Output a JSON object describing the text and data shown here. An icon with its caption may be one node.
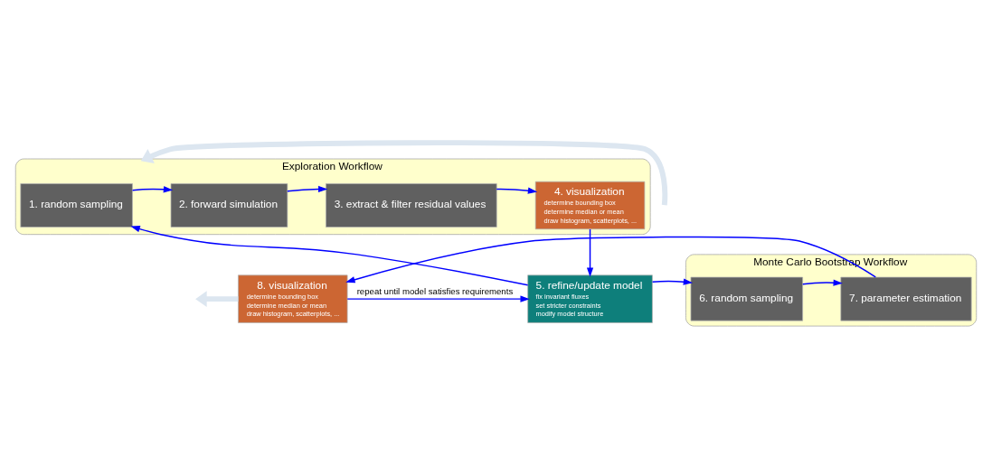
{
  "diagram": {
    "nodes": [
      {
        "text": [
          "Exploration Workflow"
        ]
      },
      {
        "text": [
          "1. random sampling"
        ],
        "in": 0
      },
      {
        "text": [
          "2. forward simulation"
        ],
        "in": 0
      },
      {
        "text": [
          "3. extract & filter residual values"
        ],
        "in": 0
      },
      {
        "text": [
          "4. visualization",
          "determine bounding box",
          "determine median or mean",
          "draw histogram, scatterplots, ..."
        ],
        "in": 0
      },
      {
        "text": [
          "8. visualization",
          "determine bounding box",
          "determine median or mean",
          "draw histogram, scatterplots, ..."
        ]
      },
      {
        "text": [
          "Monte Carlo Bootstrap Workflow"
        ]
      },
      {
        "text": [
          "7. parameter estimation"
        ],
        "in": 6
      },
      {
        "text": [
          "6. random sampling"
        ],
        "in": 6
      },
      {
        "text": [
          "5. refine/update model",
          "fix invariant fluxes",
          "set stricter constraints",
          "modify model structure"
        ]
      }
    ],
    "edges": [
      {
        "from": null,
        "to": 0,
        "arrow": "to",
        "style": "thick",
        "color": "#dce6f0"
      },
      {
        "from": 1,
        "to": 2,
        "arrow": "to"
      },
      {
        "from": 2,
        "to": 3,
        "arrow": "to"
      },
      {
        "from": 3,
        "to": 4,
        "arrow": "to"
      },
      {
        "from": 4,
        "to": 9,
        "arrow": "to"
      },
      {
        "from": 9,
        "to": 1,
        "arrow": "to"
      },
      {
        "from": 9,
        "to": 8,
        "arrow": "to"
      },
      {
        "from": 8,
        "to": 7,
        "arrow": "to"
      },
      {
        "from": 7,
        "to": 5,
        "arrow": "to"
      },
      {
        "from": 5,
        "to": 9,
        "arrow": "to",
        "label": "repeat until model satisfies requirements"
      },
      {
        "from": 5,
        "to": null,
        "arrow": "to",
        "style": "thick",
        "color": "#dce6f0"
      }
    ]
  }
}
